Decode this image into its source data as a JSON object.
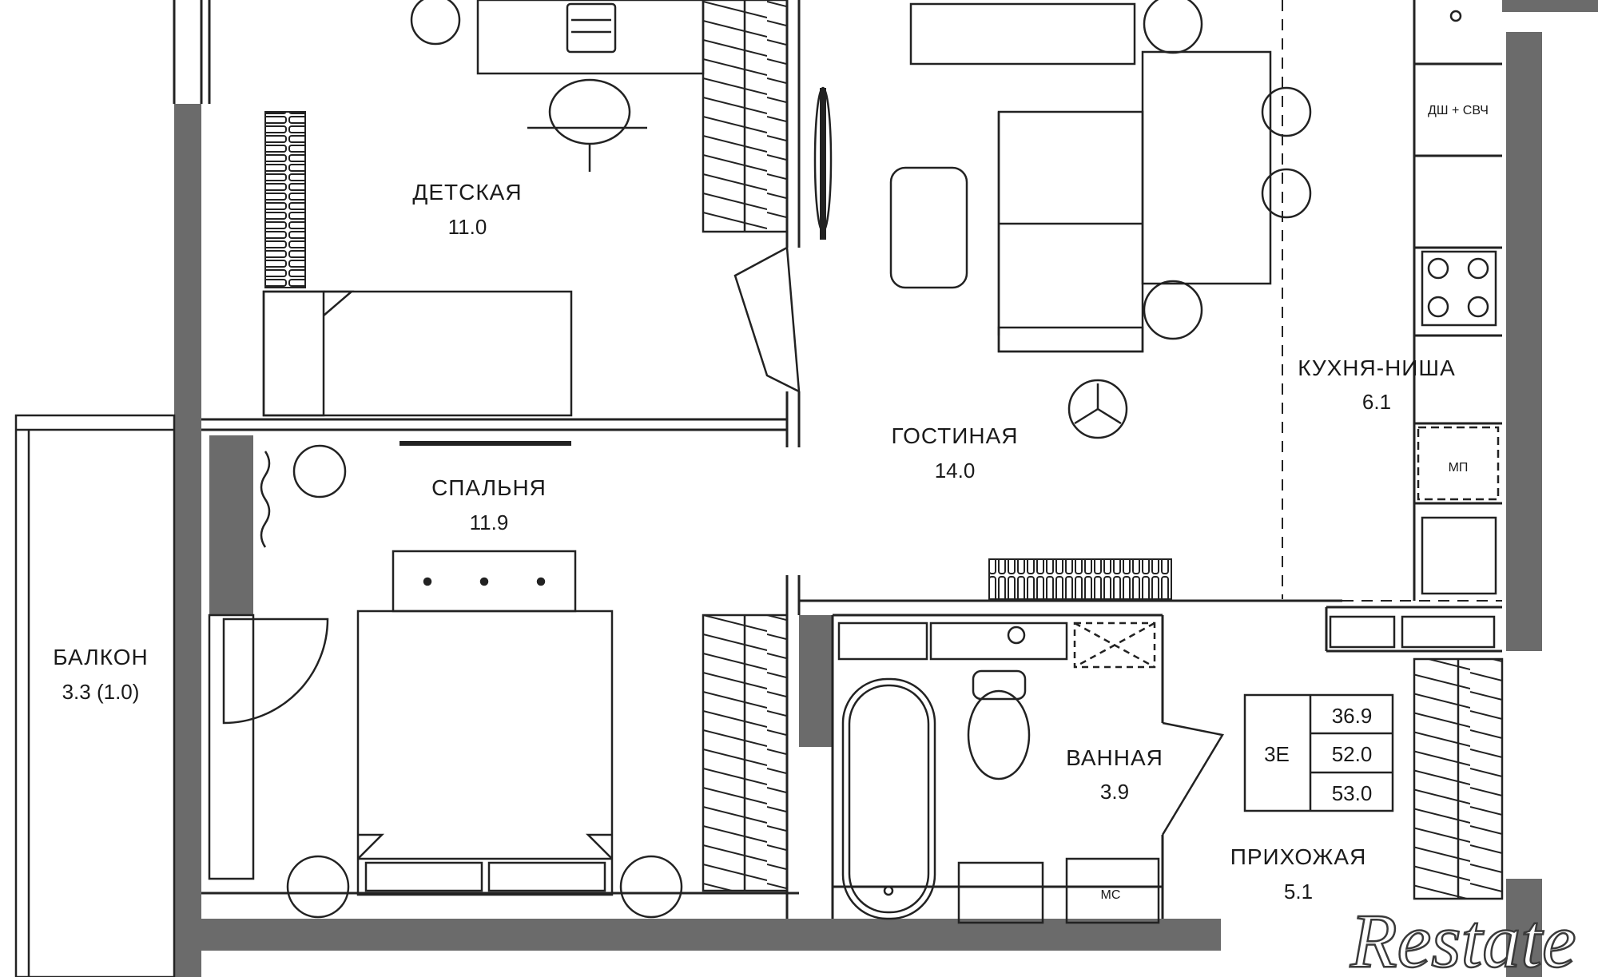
{
  "rooms": {
    "detskaya": {
      "name": "ДЕТСКАЯ",
      "area": "11.0"
    },
    "gostinaya": {
      "name": "ГОСТИНАЯ",
      "area": "14.0"
    },
    "kuhnya": {
      "name": "КУХНЯ-НИША",
      "area": "6.1"
    },
    "spalnya": {
      "name": "СПАЛЬНЯ",
      "area": "11.9"
    },
    "balkon": {
      "name": "БАЛКОН",
      "area": "3.3 (1.0)"
    },
    "vannaya": {
      "name": "ВАННАЯ",
      "area": "3.9"
    },
    "prihozhaya": {
      "name": "ПРИХОЖАЯ",
      "area": "5.1"
    }
  },
  "appliances": {
    "dishwasher_microwave": "ДШ + СВЧ",
    "dishwasher": "МП",
    "washing_machine": "МС"
  },
  "summary": {
    "type": "3Е",
    "values": [
      "36.9",
      "52.0",
      "53.0"
    ]
  },
  "watermark": "Restate",
  "colors": {
    "wall": "#6b6b6b",
    "line": "#222222",
    "background": "#ffffff"
  }
}
